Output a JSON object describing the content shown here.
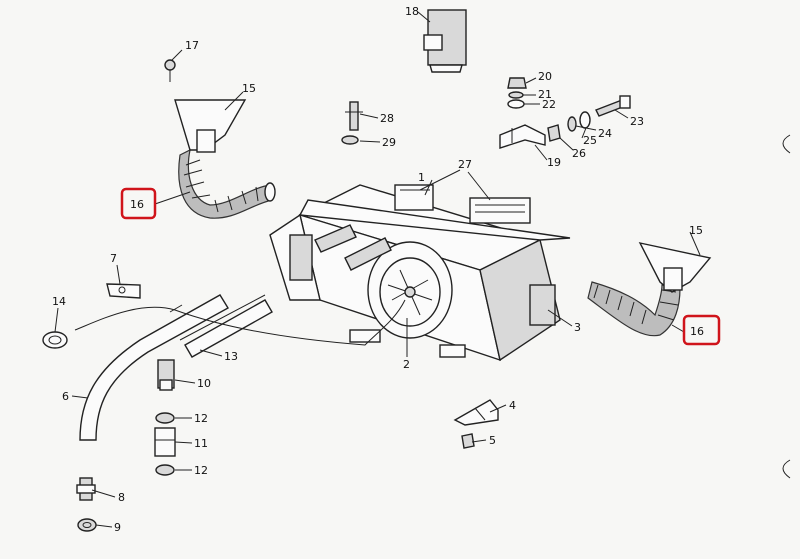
{
  "diagram": {
    "labels": {
      "p1": "1",
      "p2": "2",
      "p3": "3",
      "p4": "4",
      "p5": "5",
      "p6": "6",
      "p7": "7",
      "p8": "8",
      "p9": "9",
      "p10": "10",
      "p11": "11",
      "p12a": "12",
      "p12b": "12",
      "p13": "13",
      "p14": "14",
      "p15a": "15",
      "p15b": "15",
      "p16a": "16",
      "p16b": "16",
      "p17": "17",
      "p18": "18",
      "p19": "19",
      "p20": "20",
      "p21": "21",
      "p22": "22",
      "p23": "23",
      "p24": "24",
      "p25": "25",
      "p26": "26",
      "p27": "27",
      "p28": "28",
      "p29": "29"
    },
    "highlight_color": "#d0141b"
  }
}
